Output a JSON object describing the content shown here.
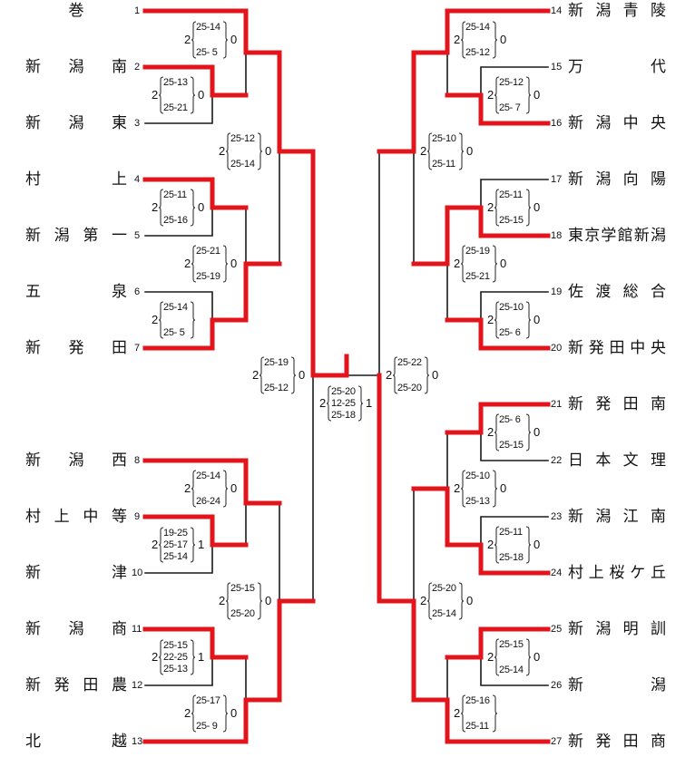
{
  "title": "Volleyball tournament bracket",
  "colors": {
    "winner_line": "#e3141b",
    "loser_line": "#1a1a1a",
    "text": "#111111"
  },
  "teams": [
    {
      "no": "1",
      "name": "巻",
      "side": "left"
    },
    {
      "no": "2",
      "name": "新潟南",
      "side": "left"
    },
    {
      "no": "3",
      "name": "新潟東",
      "side": "left"
    },
    {
      "no": "4",
      "name": "村上",
      "side": "left"
    },
    {
      "no": "5",
      "name": "新潟第一",
      "side": "left"
    },
    {
      "no": "6",
      "name": "五泉",
      "side": "left"
    },
    {
      "no": "7",
      "name": "新発田",
      "side": "left"
    },
    {
      "no": "8",
      "name": "新潟西",
      "side": "left"
    },
    {
      "no": "9",
      "name": "村上中等",
      "side": "left"
    },
    {
      "no": "10",
      "name": "新津",
      "side": "left"
    },
    {
      "no": "11",
      "name": "新潟商",
      "side": "left"
    },
    {
      "no": "12",
      "name": "新発田農",
      "side": "left"
    },
    {
      "no": "13",
      "name": "北越",
      "side": "left"
    },
    {
      "no": "14",
      "name": "新潟青陵",
      "side": "right"
    },
    {
      "no": "15",
      "name": "万代",
      "side": "right"
    },
    {
      "no": "16",
      "name": "新潟中央",
      "side": "right"
    },
    {
      "no": "17",
      "name": "新潟向陽",
      "side": "right"
    },
    {
      "no": "18",
      "name": "東京学館新潟",
      "side": "right"
    },
    {
      "no": "19",
      "name": "佐渡総合",
      "side": "right"
    },
    {
      "no": "20",
      "name": "新発田中央",
      "side": "right"
    },
    {
      "no": "21",
      "name": "新発田南",
      "side": "right"
    },
    {
      "no": "22",
      "name": "日本文理",
      "side": "right"
    },
    {
      "no": "23",
      "name": "新潟江南",
      "side": "right"
    },
    {
      "no": "24",
      "name": "村上桜ケ丘",
      "side": "right"
    },
    {
      "no": "25",
      "name": "新潟明訓",
      "side": "right"
    },
    {
      "no": "26",
      "name": "新潟",
      "side": "right"
    },
    {
      "no": "27",
      "name": "新発田商",
      "side": "right"
    }
  ],
  "matches": [
    {
      "id": "L-2v3",
      "winner_sets": "2",
      "loser_sets": "0",
      "sets": [
        "25-13",
        "25-21"
      ]
    },
    {
      "id": "L-1vW",
      "winner_sets": "2",
      "loser_sets": "0",
      "sets": [
        "25-14",
        "25- 5"
      ]
    },
    {
      "id": "L-4v5",
      "winner_sets": "2",
      "loser_sets": "0",
      "sets": [
        "25-11",
        "25-16"
      ]
    },
    {
      "id": "L-6v7",
      "winner_sets": "2",
      "loser_sets": "",
      "sets": [
        "25-14",
        "25- 5"
      ]
    },
    {
      "id": "L-4/5v6/7",
      "winner_sets": "2",
      "loser_sets": "0",
      "sets": [
        "25-21",
        "25-19"
      ]
    },
    {
      "id": "L-QF1",
      "winner_sets": "2",
      "loser_sets": "0",
      "sets": [
        "25-12",
        "25-14"
      ]
    },
    {
      "id": "L-8vW",
      "winner_sets": "2",
      "loser_sets": "0",
      "sets": [
        "25-14",
        "26-24"
      ]
    },
    {
      "id": "L-9v10",
      "winner_sets": "2",
      "loser_sets": "1",
      "sets": [
        "19-25",
        "25-17",
        "25-14"
      ]
    },
    {
      "id": "L-11v12",
      "winner_sets": "2",
      "loser_sets": "1",
      "sets": [
        "25-15",
        "22-25",
        "25-13"
      ]
    },
    {
      "id": "L-Wv13",
      "winner_sets": "2",
      "loser_sets": "0",
      "sets": [
        "25-17",
        "25- 9"
      ]
    },
    {
      "id": "L-QF2",
      "winner_sets": "2",
      "loser_sets": "0",
      "sets": [
        "25-15",
        "25-20"
      ]
    },
    {
      "id": "L-SF",
      "winner_sets": "2",
      "loser_sets": "0",
      "sets": [
        "25-19",
        "25-12"
      ]
    },
    {
      "id": "FINAL",
      "winner_sets": "2",
      "loser_sets": "1",
      "sets": [
        "25-20",
        "12-25",
        "25-18"
      ]
    },
    {
      "id": "R-SF",
      "winner_sets": "2",
      "loser_sets": "0",
      "sets": [
        "25-22",
        "25-20"
      ]
    },
    {
      "id": "R-14vW",
      "winner_sets": "2",
      "loser_sets": "0",
      "sets": [
        "25-14",
        "25-12"
      ]
    },
    {
      "id": "R-15v16",
      "winner_sets": "2",
      "loser_sets": "0",
      "sets": [
        "25-12",
        "25- 7"
      ]
    },
    {
      "id": "R-QF1",
      "winner_sets": "2",
      "loser_sets": "0",
      "sets": [
        "25-10",
        "25-11"
      ]
    },
    {
      "id": "R-17v18",
      "winner_sets": "2",
      "loser_sets": "0",
      "sets": [
        "25-11",
        "25-15"
      ]
    },
    {
      "id": "R-18v20",
      "winner_sets": "2",
      "loser_sets": "0",
      "sets": [
        "25-19",
        "25-21"
      ]
    },
    {
      "id": "R-19v20",
      "winner_sets": "2",
      "loser_sets": "0",
      "sets": [
        "25-10",
        "25- 6"
      ]
    },
    {
      "id": "R-21v22",
      "winner_sets": "2",
      "loser_sets": "0",
      "sets": [
        "25- 6",
        "25-15"
      ]
    },
    {
      "id": "R-21v24",
      "winner_sets": "2",
      "loser_sets": "0",
      "sets": [
        "25-10",
        "25-13"
      ]
    },
    {
      "id": "R-23v24",
      "winner_sets": "2",
      "loser_sets": "0",
      "sets": [
        "25-11",
        "25-18"
      ]
    },
    {
      "id": "R-QF2",
      "winner_sets": "2",
      "loser_sets": "0",
      "sets": [
        "25-20",
        "25-14"
      ]
    },
    {
      "id": "R-25v26",
      "winner_sets": "2",
      "loser_sets": "0",
      "sets": [
        "25-15",
        "25-14"
      ]
    },
    {
      "id": "R-Wv27",
      "winner_sets": "2",
      "loser_sets": "",
      "sets": [
        "25-16",
        "25-11"
      ]
    }
  ]
}
